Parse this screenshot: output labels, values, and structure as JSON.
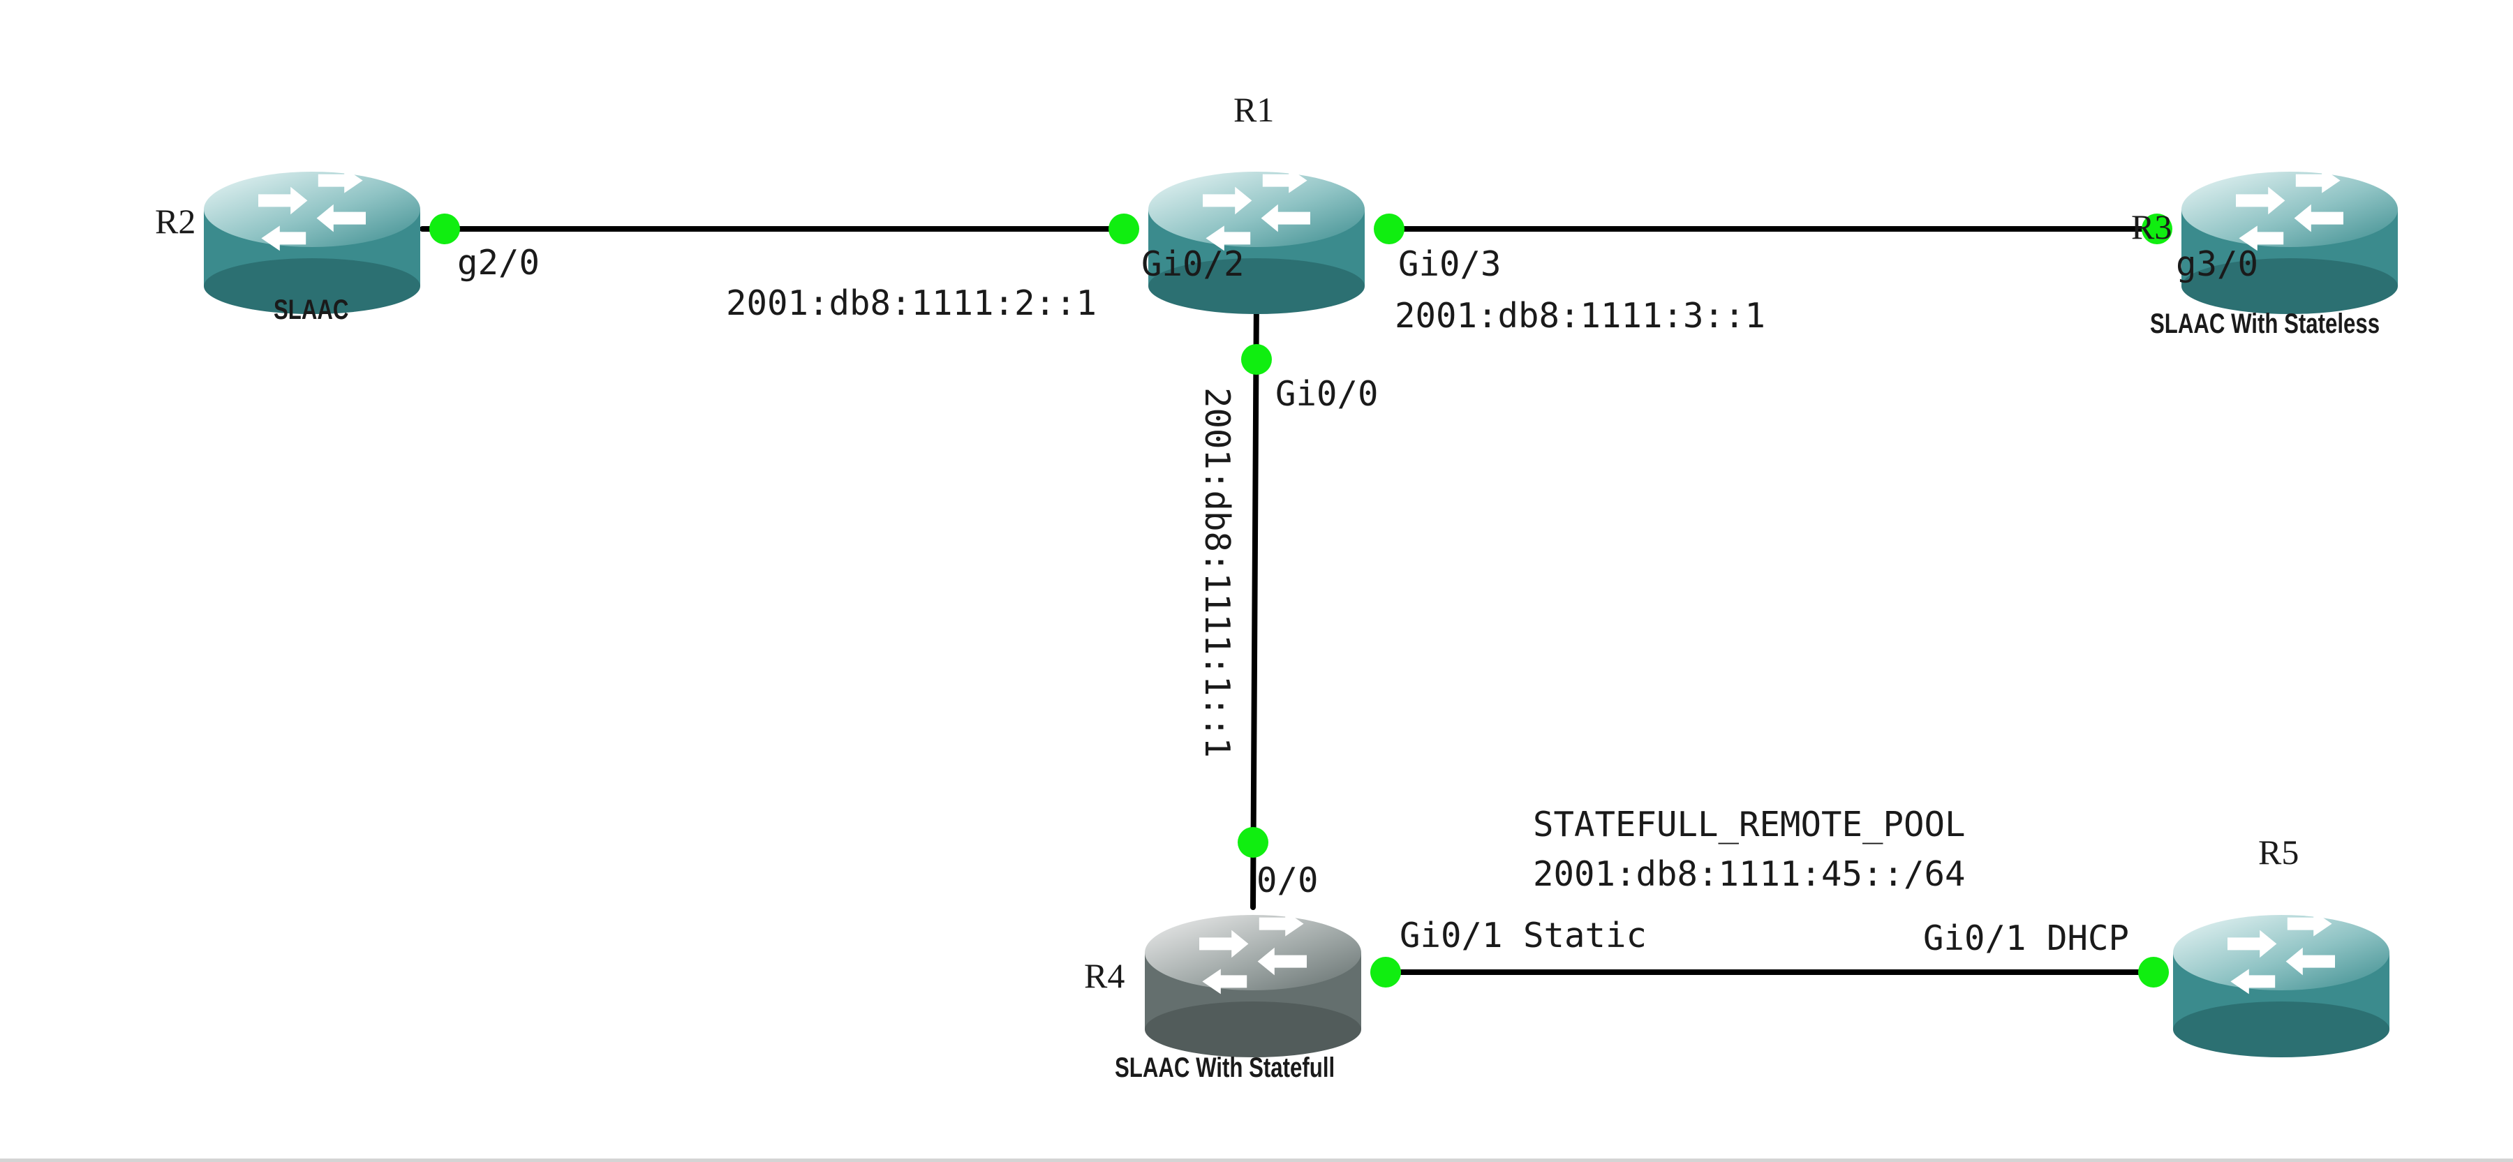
{
  "colors": {
    "link": "#000000",
    "endpoint": "#10ee10",
    "router_teal": "#3b8b8d",
    "router_gray": "#646f6e"
  },
  "routers": {
    "r1": {
      "name": "R1",
      "icon": "router-icon"
    },
    "r2": {
      "name": "R2",
      "description": "SLAAC",
      "icon": "router-icon"
    },
    "r3": {
      "name": "R3",
      "description": "SLAAC With Stateless",
      "icon": "router-icon"
    },
    "r4": {
      "name": "R4",
      "description": "SLAAC With Statefull",
      "icon": "router-icon"
    },
    "r5": {
      "name": "R5",
      "icon": "router-icon"
    }
  },
  "interfaces": {
    "r2_g2_0": "g2/0",
    "r1_gi0_2": "Gi0/2",
    "r1_gi0_3": "Gi0/3",
    "r3_g3_0": "g3/0",
    "r1_gi0_0": "Gi0/0",
    "r4_0_0": "0/0",
    "r4_gi0_1": "Gi0/1 Static",
    "r5_gi0_1": "Gi0/1 DHCP"
  },
  "addresses": {
    "r1_r2": "2001:db8:1111:2::1",
    "r1_r3": "2001:db8:1111:3::1",
    "r1_r4": "2001:db8:1111:1::1",
    "r4_r5_pool": "STATEFULL_REMOTE_POOL",
    "r4_r5_prefix": "2001:db8:1111:45::/64"
  }
}
